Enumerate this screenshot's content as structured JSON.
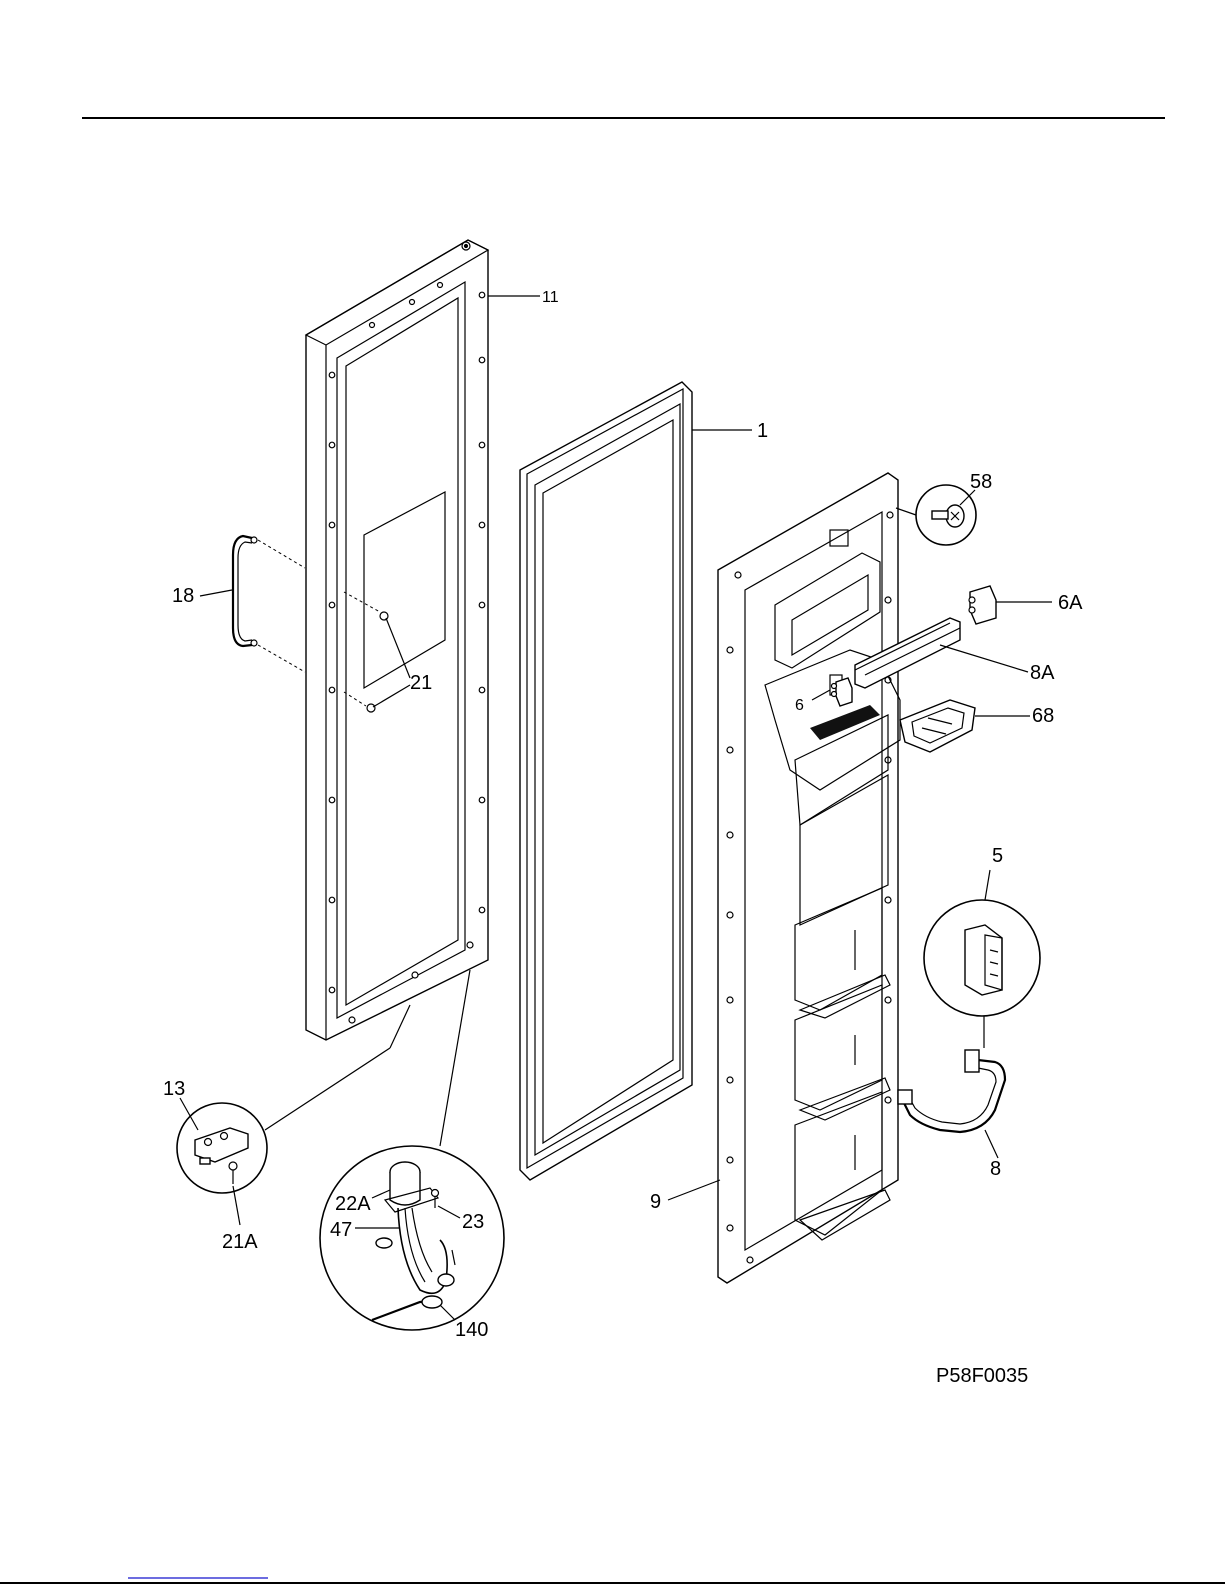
{
  "diagram": {
    "drawing_number": "P58F0035",
    "callouts": {
      "c1": "1",
      "c5": "5",
      "c6": "6",
      "c6A": "6A",
      "c8": "8",
      "c8A": "8A",
      "c9": "9",
      "c11": "11",
      "c13": "13",
      "c18": "18",
      "c21": "21",
      "c21A": "21A",
      "c22A": "22A",
      "c23": "23",
      "c47": "47",
      "c58": "58",
      "c68": "68",
      "c140": "140"
    }
  },
  "colors": {
    "line": "#000000",
    "background": "#ffffff",
    "footer_link": "#3b3bd6"
  }
}
